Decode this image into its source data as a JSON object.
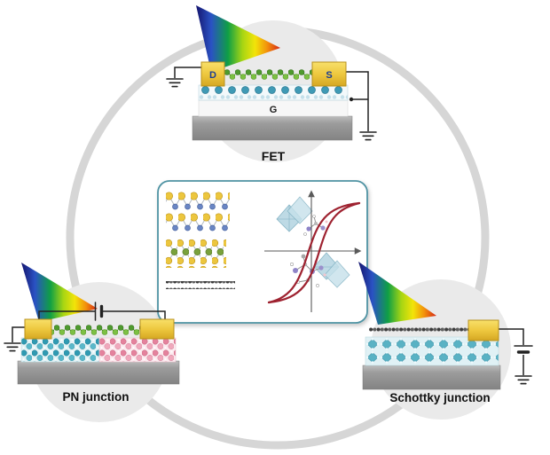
{
  "devices": {
    "fet": {
      "label": "FET",
      "drain": "D",
      "source": "S",
      "gate": "G"
    },
    "pn_junction": {
      "label": "PN junction"
    },
    "schottky_junction": {
      "label": "Schottky junction"
    }
  },
  "colors": {
    "ring": "#d6d6d6",
    "node_circle": "#eaeaea",
    "box_border": "#4f93a3",
    "hysteresis_loop": "#9e2230",
    "electrode_gold": "#e9c94a",
    "substrate_gray": "#8f8f8f",
    "rainbow_cone": [
      "#15156e",
      "#2a52c4",
      "#0f9f45",
      "#a6d513",
      "#f2e409",
      "#f28d0c",
      "#d42414"
    ]
  },
  "icons": {
    "light_cone": "rainbow-gradient-triangle",
    "ground": "ground-symbol",
    "battery": "battery-symbol",
    "hysteresis": "ferroelectric-hysteresis-loop"
  }
}
